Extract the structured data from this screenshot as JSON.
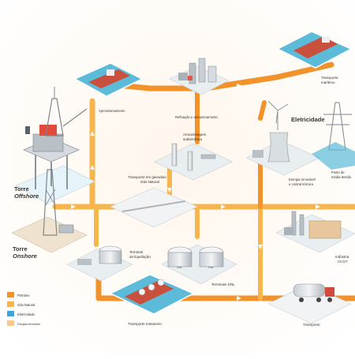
{
  "colors": {
    "petroleo": "#F2922B",
    "gas_natural": "#F7B54E",
    "eletricidade": "#3AA7D6",
    "energias": "#F7C98A",
    "water": "#5BBBD8",
    "platform": "#E9EEF1"
  },
  "labels": {
    "torre_offshore_1": "Torre",
    "torre_offshore_2": "Offshore",
    "torre_onshore_1": "Torre",
    "torre_onshore_2": "Onshore",
    "aprovisionamento": "Aprovisionamento",
    "refinacao": "Refinação e armazenamento",
    "transporte_maritimo_1": "Transporte",
    "transporte_maritimo_2": "marítimo",
    "eletricidade": "Eletricidade",
    "armazenagem_1": "Armazenagem",
    "armazenagem_2": "subterrânea",
    "gasoduto_1": "Transporte em gasoduto",
    "gasoduto_2": "Gás Natural",
    "energia_renovavel_1": "Energia renovável",
    "energia_renovavel_2": "e central térmica",
    "posto_1": "Posto de",
    "posto_2": "média tensão",
    "terminal_liq_1": "Terminal",
    "terminal_liq_2": "de liquefação",
    "terminais_gnl": "Terminais GNL",
    "industria_1": "Indústria",
    "industria_2": "CCGT",
    "transporte_metaneiro": "Transporte metaneiro",
    "transporte": "Transporte",
    "tank_label": "GNL"
  },
  "legend": {
    "items": [
      {
        "label": "Petróleo",
        "color": "#F2922B"
      },
      {
        "label": "Gás Natural",
        "color": "#F7B54E"
      },
      {
        "label": "Eletricidade",
        "color": "#3AA7D6"
      },
      {
        "label": "Energias renováveis",
        "color": "#F7C98A"
      }
    ]
  }
}
